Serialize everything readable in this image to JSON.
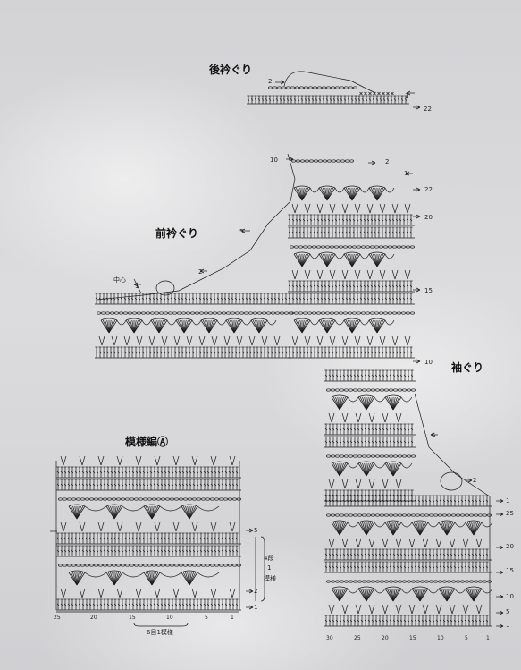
{
  "titles": {
    "back_neck": "後衿ぐり",
    "front_neck": "前衿ぐり",
    "armhole": "袖ぐり",
    "pattern": "模様編Ⓐ"
  },
  "markers": {
    "center": "中心",
    "repeat_4_rows": "4段",
    "repeat_4_unit": "1",
    "repeat_4_label": "模様",
    "repeat_6_st": "6目1模様"
  },
  "back_neck_rows": [
    "2",
    "1",
    "22"
  ],
  "front_rows": [
    "10",
    "2",
    "1",
    "22",
    "20",
    "5",
    "2",
    "1",
    "15",
    "10"
  ],
  "armhole_rows": [
    "5",
    "2",
    "1",
    "25",
    "20",
    "15",
    "10",
    "5",
    "1"
  ],
  "armhole_cols": [
    "30",
    "25",
    "20",
    "15",
    "10",
    "5",
    "1"
  ],
  "pattern_rows": [
    "5",
    "2",
    "1"
  ],
  "pattern_cols": [
    "25",
    "20",
    "15",
    "10",
    "5",
    "1"
  ],
  "colors": {
    "ink": "#1a1a1a",
    "background": "#d9d9db"
  }
}
